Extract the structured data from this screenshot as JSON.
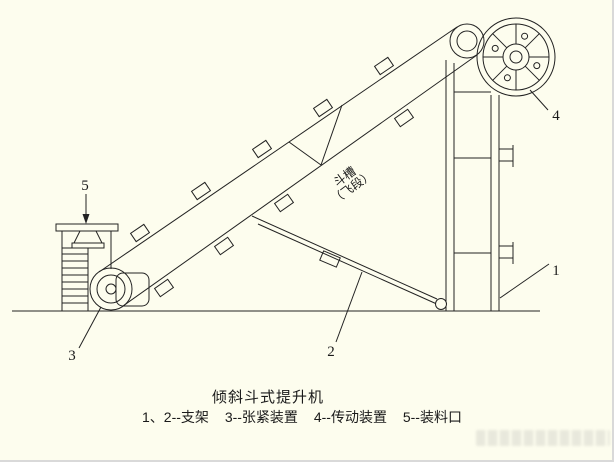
{
  "title": "倾斜斗式提升机",
  "legend": {
    "items": [
      "1、2--支架",
      "3--张紧装置",
      "4--传动装置",
      "5--装料口"
    ]
  },
  "annotation": {
    "line1": "斗槽",
    "line2": "（飞段）"
  },
  "parts": {
    "p1": "1",
    "p2": "2",
    "p3": "3",
    "p4": "4",
    "p5": "5"
  },
  "colors": {
    "background": "#fdfdee",
    "line": "#222222"
  }
}
